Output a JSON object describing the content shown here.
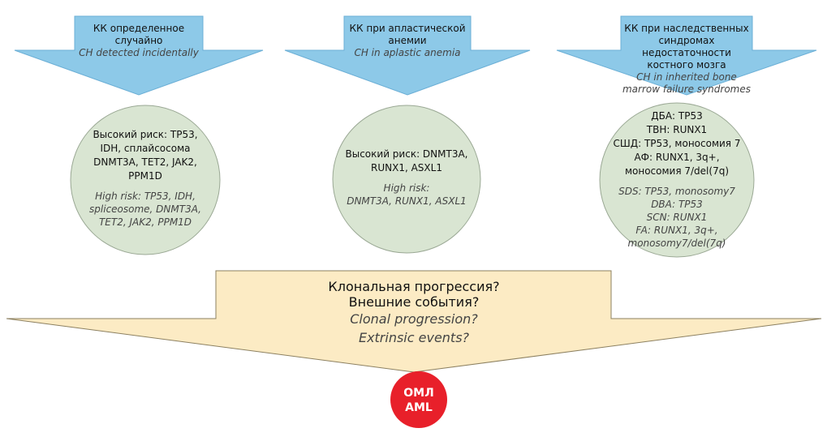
{
  "arrows": [
    {
      "ru": "КК определенное случайно",
      "en": "CH detected incidentally"
    },
    {
      "ru": "КК при апластической анемии",
      "en": "CH in aplastic anemia"
    },
    {
      "ru": "КК при наследственных синдромах недостаточности костного мозга",
      "en": "CH in inherited bone marrow failure syndromes"
    }
  ],
  "circles": [
    {
      "ru": [
        "Высокий риск: TP53,",
        "IDH, сплайсосома",
        "DNMT3A, TET2, JAK2,",
        "PPM1D"
      ],
      "en": [
        "High risk: TP53, IDH,",
        "spliceosome, DNMT3A,",
        "TET2, JAK2, PPM1D"
      ]
    },
    {
      "ru": [
        "Высокий риск: DNMT3A,",
        "RUNX1, ASXL1"
      ],
      "en": [
        "High risk:",
        "DNMT3A, RUNX1, ASXL1"
      ]
    },
    {
      "ru": [
        "ДБА: TP53",
        "ТВН: RUNX1",
        "СШД: TP53, моносомия 7",
        "АФ: RUNX1, 3q+,",
        "моносомия 7/del(7q)"
      ],
      "en": [
        "SDS: TP53, monosomy7",
        "DBA: TP53",
        "SCN: RUNX1",
        "FA: RUNX1, 3q+,",
        "monosomy7/del(7q)"
      ]
    }
  ],
  "big_arrow": {
    "ru": [
      "Клональная прогрессия?",
      "Внешние события?"
    ],
    "en": [
      "Clonal progression?",
      "Extrinsic events?"
    ]
  },
  "outcome": {
    "ru": "ОМЛ",
    "en": "AML"
  },
  "colors": {
    "arrow_fill": "#8DC9E8",
    "arrow_stroke": "#6BAFD6",
    "circle_fill": "#D9E5D2",
    "circle_stroke": "#9AA894",
    "big_arrow_fill": "#FCEBC4",
    "big_arrow_stroke": "#8C8060",
    "outcome_fill": "#E8202A"
  }
}
